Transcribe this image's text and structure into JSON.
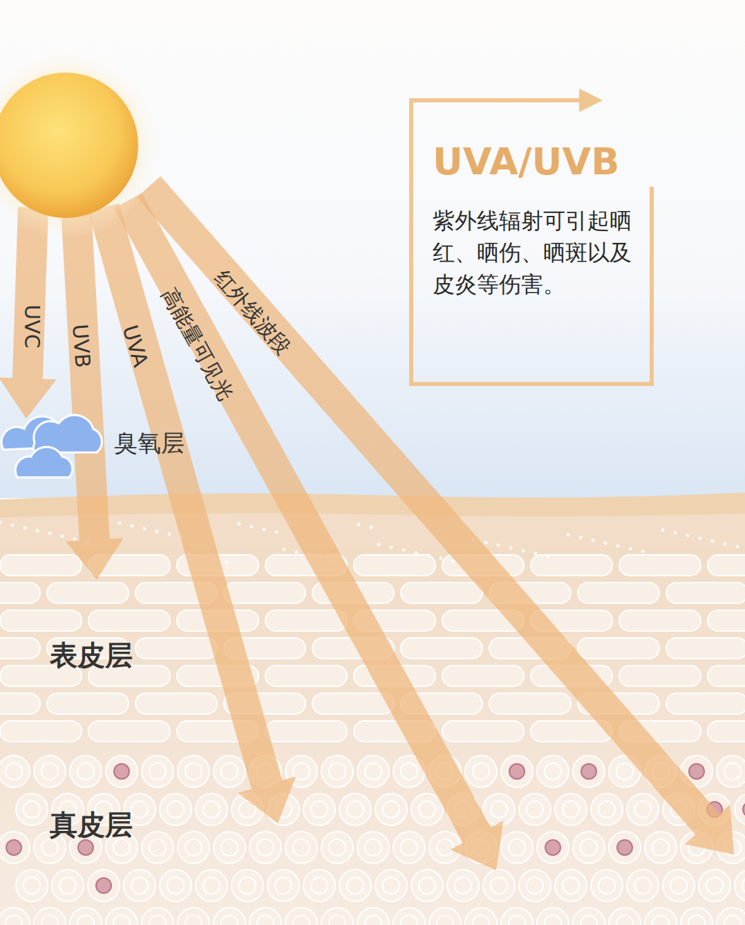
{
  "diagram": {
    "nodes": [
      {
        "text": [
          "UVA/UVB",
          "紫外线辐射可引起晒红、晒伤、晒斑以及皮炎等伤害。"
        ]
      }
    ],
    "labels": [
      "UVC",
      "UVB",
      "UVA",
      "高能量可见光",
      "红外线波段",
      "臭氧层",
      "表皮层",
      "真皮层"
    ]
  }
}
